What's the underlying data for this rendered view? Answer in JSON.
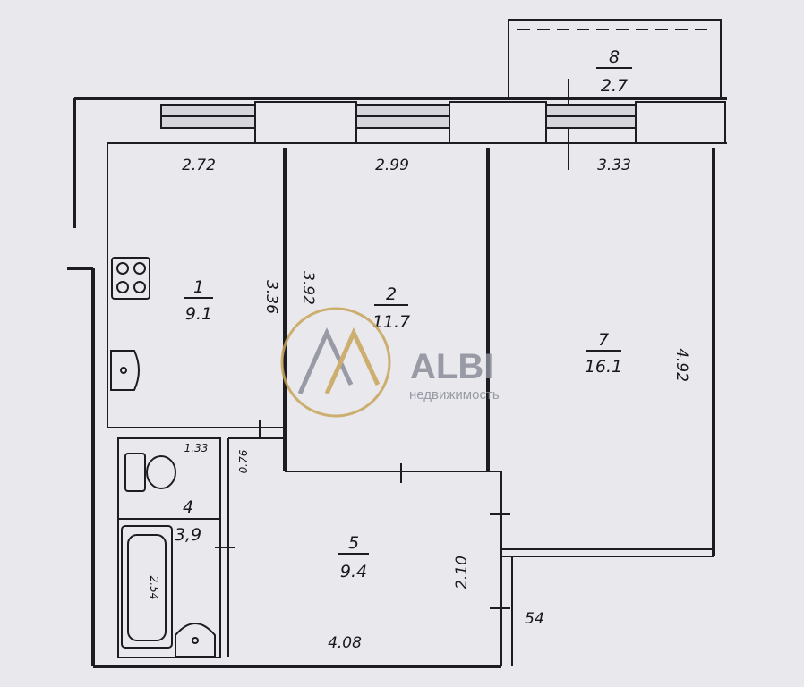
{
  "plan": {
    "rooms": [
      {
        "number": "1",
        "area": "9.1"
      },
      {
        "number": "2",
        "area": "11.7"
      },
      {
        "number": "7",
        "area": "16.1"
      },
      {
        "number": "8",
        "area": "2.7"
      },
      {
        "number": "4",
        "area": "3,9"
      },
      {
        "number": "5",
        "area": "9.4"
      }
    ],
    "dimensions": {
      "d_2_72": "2.72",
      "d_2_99": "2.99",
      "d_3_33": "3.33",
      "d_3_36": "3.36",
      "d_3_92": "3.92",
      "d_4_92": "4.92",
      "d_1_33": "1.33",
      "d_0_76": "0.76",
      "d_2_54": "2.54",
      "d_2_10": "2.10",
      "d_4_08": "4.08",
      "d_54": "54"
    }
  },
  "watermark": {
    "brand": "ALBI",
    "tagline": "недвижимость"
  },
  "colors": {
    "paper": "#e9e8ec",
    "ink": "#1c1c22",
    "brand_gold": "#c7a45a",
    "brand_gray": "#8a8d99"
  }
}
